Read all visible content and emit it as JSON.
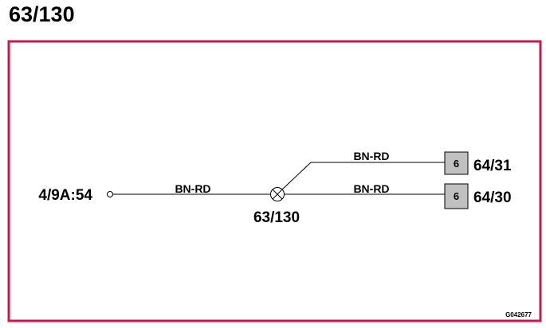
{
  "title": "63/130",
  "diagram": {
    "frame_color": "#c8194a",
    "source": {
      "label": "4/9A:54"
    },
    "splice": {
      "label": "63/130",
      "icon": "splice-icon"
    },
    "wires": [
      {
        "color_code": "BN-RD"
      },
      {
        "color_code": "BN-RD"
      },
      {
        "color_code": "BN-RD"
      }
    ],
    "connectors": [
      {
        "pin": "6",
        "label": "64/31"
      },
      {
        "pin": "6",
        "label": "64/30"
      }
    ],
    "drawing_code": "G042677"
  }
}
